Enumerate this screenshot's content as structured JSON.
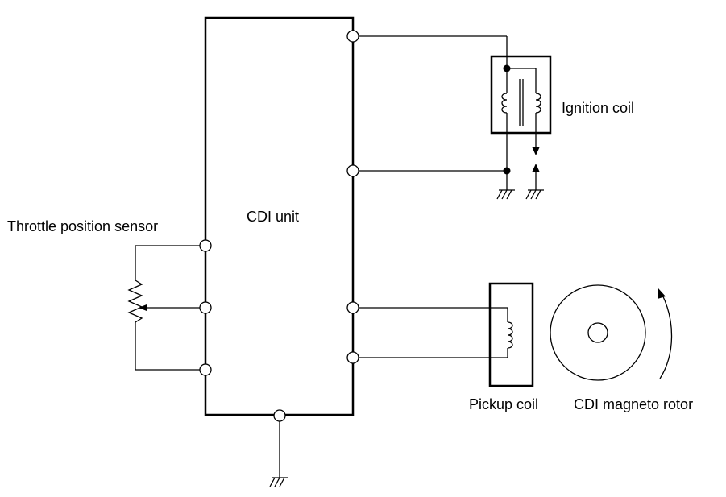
{
  "labels": {
    "cdi_unit": "CDI unit",
    "throttle_position_sensor": "Throttle position sensor",
    "ignition_coil": "Ignition coil",
    "pickup_coil": "Pickup coil",
    "cdi_magneto_rotor": "CDI magneto rotor"
  }
}
